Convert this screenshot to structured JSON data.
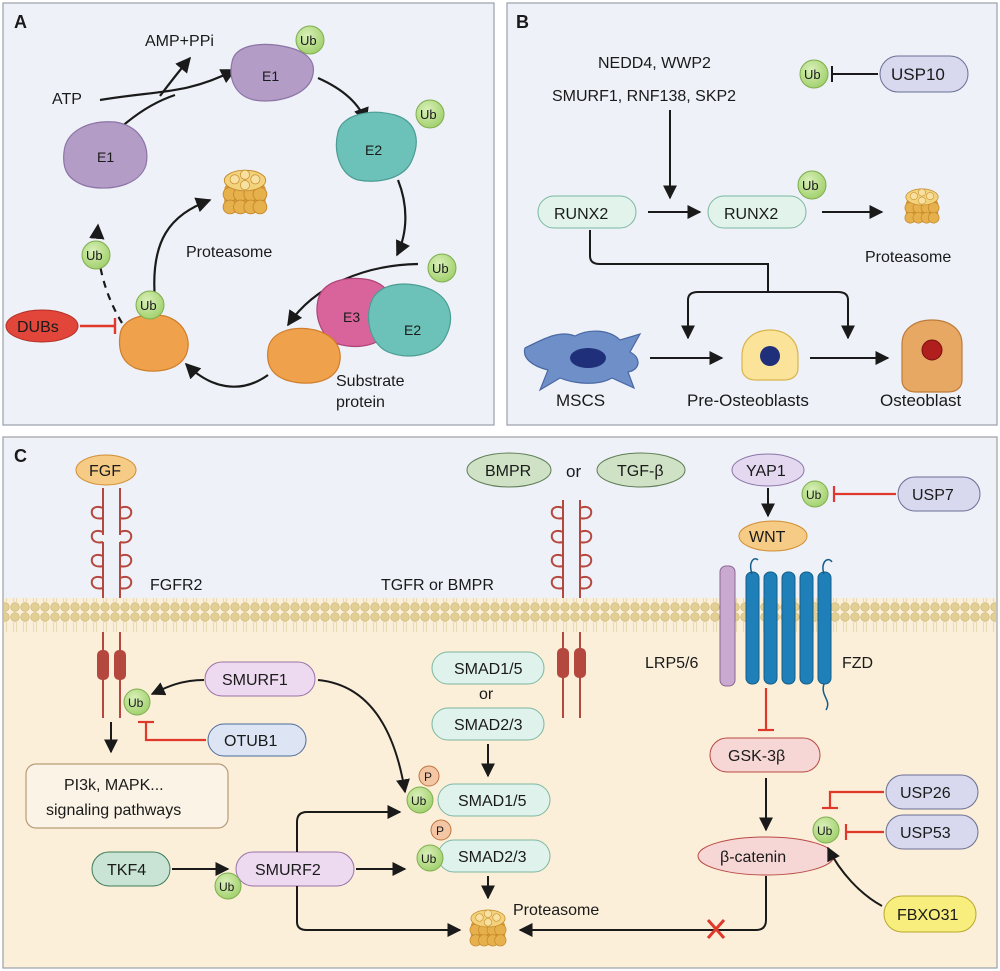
{
  "panelA": {
    "letter": "A",
    "atp": "ATP",
    "amp": "AMP+PPi",
    "e1_top": "E1",
    "e1_left": "E1",
    "e2_top": "E2",
    "e2_bottom": "E2",
    "e3": "E3",
    "proteasome": "Proteasome",
    "ub": "Ub",
    "dubs": "DUBs",
    "substrate_line1": "Substrate",
    "substrate_line2": "protein"
  },
  "panelB": {
    "letter": "B",
    "ligases_line1": "NEDD4, WWP2",
    "ligases_line2": "SMURF1, RNF138, SKP2",
    "ub": "Ub",
    "usp10": "USP10",
    "runx2_left": "RUNX2",
    "runx2_right": "RUNX2",
    "proteasome": "Proteasome",
    "mscs": "MSCS",
    "pre_osteoblasts": "Pre-Osteoblasts",
    "osteoblast": "Osteoblast"
  },
  "panelC": {
    "letter": "C",
    "fgf": "FGF",
    "fgfr2": "FGFR2",
    "smurf1": "SMURF1",
    "otub1": "OTUB1",
    "ub": "Ub",
    "pathways_line1": "PI3k, MAPK...",
    "pathways_line2": "signaling pathways",
    "tkf4": "TKF4",
    "smurf2": "SMURF2",
    "bmpr": "BMPR",
    "or": "or",
    "tgfb": "TGF-β",
    "tgfr_bmpr": "TGFR or BMPR",
    "smad15_top": "SMAD1/5",
    "smad_or": "or",
    "smad23_top": "SMAD2/3",
    "smad15": "SMAD1/5",
    "smad23": "SMAD2/3",
    "p": "P",
    "proteasome": "Proteasome",
    "yap1": "YAP1",
    "usp7": "USP7",
    "wnt": "WNT",
    "lrp": "LRP5/6",
    "fzd": "FZD",
    "gsk": "GSK-3β",
    "bcat": "β-catenin",
    "usp26": "USP26",
    "usp53": "USP53",
    "fbxo31": "FBXO31"
  },
  "colors": {
    "panel_bg": "#eef1f8",
    "cell_bg": "#fbefd9",
    "inhibit": "#e0392b",
    "ub_fill": "#b8dd8c",
    "e1": "#b39cc6",
    "e2": "#6cc2b8",
    "e3": "#d9649c",
    "substrate": "#f0a14b",
    "proteasome": "#e0b24d",
    "receptor": "#b5483e"
  }
}
